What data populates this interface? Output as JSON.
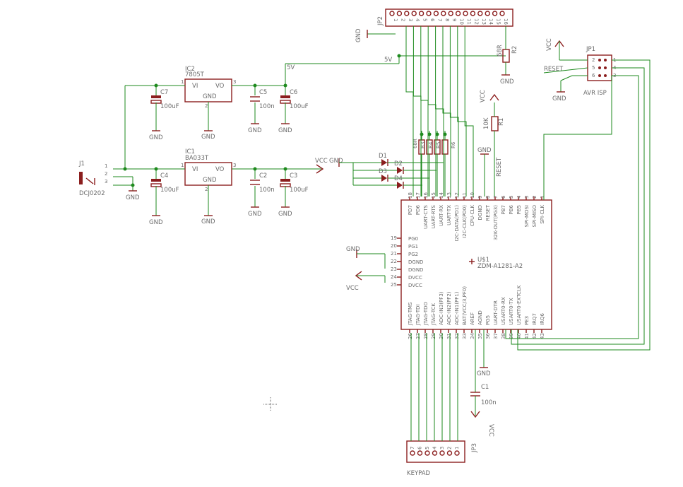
{
  "schematic": {
    "connectors": {
      "jp2": {
        "name": "JP2",
        "label_5v": "5V"
      },
      "jp1": {
        "name": "JP1",
        "value": "AVR ISP",
        "reset_label": "RESET",
        "pins": [
          "2",
          "1",
          "5",
          "4",
          "6",
          "3"
        ]
      },
      "jp3": {
        "name": "JP3",
        "value": "KEYPAD",
        "pins": [
          "7",
          "6",
          "5",
          "4",
          "3",
          "2",
          "1"
        ]
      },
      "j1": {
        "name": "J1",
        "value": "DCJ0202",
        "pins": [
          "1",
          "2",
          "3"
        ]
      }
    },
    "regulators": {
      "ic2": {
        "name": "IC2",
        "value": "7805T",
        "vi": "VI",
        "vo": "VO",
        "gnd": "GND",
        "pin1": "1",
        "pin2": "2",
        "pin3": "3"
      },
      "ic1": {
        "name": "IC1",
        "value": "BA033T",
        "vi": "VI",
        "vo": "VO",
        "gnd": "GND",
        "pin1": "1",
        "pin2": "2",
        "pin3": "3"
      }
    },
    "capacitors": {
      "c7": {
        "name": "C7",
        "value": "100uF"
      },
      "c5": {
        "name": "C5",
        "value": "100n"
      },
      "c6": {
        "name": "C6",
        "value": "100uF"
      },
      "c4": {
        "name": "C4",
        "value": "100uF"
      },
      "c2": {
        "name": "C2",
        "value": "100n"
      },
      "c3": {
        "name": "C3",
        "value": "100uF"
      },
      "c1": {
        "name": "C1",
        "value": "100n"
      }
    },
    "resistors": {
      "r1": {
        "name": "R1",
        "value": "10K"
      },
      "r2": {
        "name": "R2",
        "value": "68R"
      },
      "r_array": {
        "values": [
          "68R",
          "R3",
          "R4",
          "R5",
          "R6"
        ]
      }
    },
    "diodes": {
      "d1": "D1",
      "d2": "D2",
      "d3": "D3",
      "d4": "D4"
    },
    "power": {
      "gnd": "GND",
      "vcc": "VCC",
      "five_v": "5V",
      "reset": "RESET"
    },
    "module": {
      "name": "U$1",
      "value": "ZDM-A1281-A2",
      "top_pins": [
        "18",
        "17",
        "16",
        "15",
        "14",
        "13",
        "12",
        "11",
        "10",
        "9",
        "8",
        "7",
        "6",
        "5",
        "4",
        "3",
        "2",
        "1"
      ],
      "top_labels": [
        "PD7",
        "PD6",
        "UART-CTS",
        "UART-RTS",
        "UART-RX",
        "UART-TX",
        "I2C-DATA(PD1)",
        "I2C-CLK(PD0)",
        "CPU-CLK",
        "DGND",
        "RESET",
        "32K-OUT(PG3)",
        "PB7",
        "PB6",
        "PB5",
        "SPI-MOSI",
        "SPI-MISO",
        "SPI-CLK"
      ],
      "left_pins": [
        "19",
        "20",
        "21",
        "22",
        "23",
        "24",
        "25"
      ],
      "left_labels": [
        "PG0",
        "PG1",
        "PG2",
        "DGND",
        "DGND",
        "DVCC",
        "DVCC"
      ],
      "bottom_pins": [
        "26",
        "27",
        "28",
        "29",
        "30",
        "31",
        "32",
        "33",
        "34",
        "35",
        "36",
        "37",
        "38",
        "39",
        "40",
        "41",
        "42",
        "43"
      ],
      "bottom_labels": [
        "JTAG-TMS",
        "JTAG-TDI",
        "JTAG-TDO",
        "JTAG-TCK",
        "ADC-IN3(PF3)",
        "ADC-IN2(PF2)",
        "ADC-IN1(PF1)",
        "BAT(VCC/3,PF0)",
        "AREF",
        "AGND",
        "PG5",
        "UART-DTR",
        "USART0-RX",
        "USART0-TX",
        "USART0-EXTCLK",
        "PE3",
        "IRQ7",
        "IRQ6"
      ]
    },
    "jp2_pins": [
      "1",
      "2",
      "3",
      "4",
      "5",
      "6",
      "7",
      "8",
      "9",
      "10",
      "11",
      "12",
      "13",
      "14",
      "15",
      "16"
    ]
  }
}
